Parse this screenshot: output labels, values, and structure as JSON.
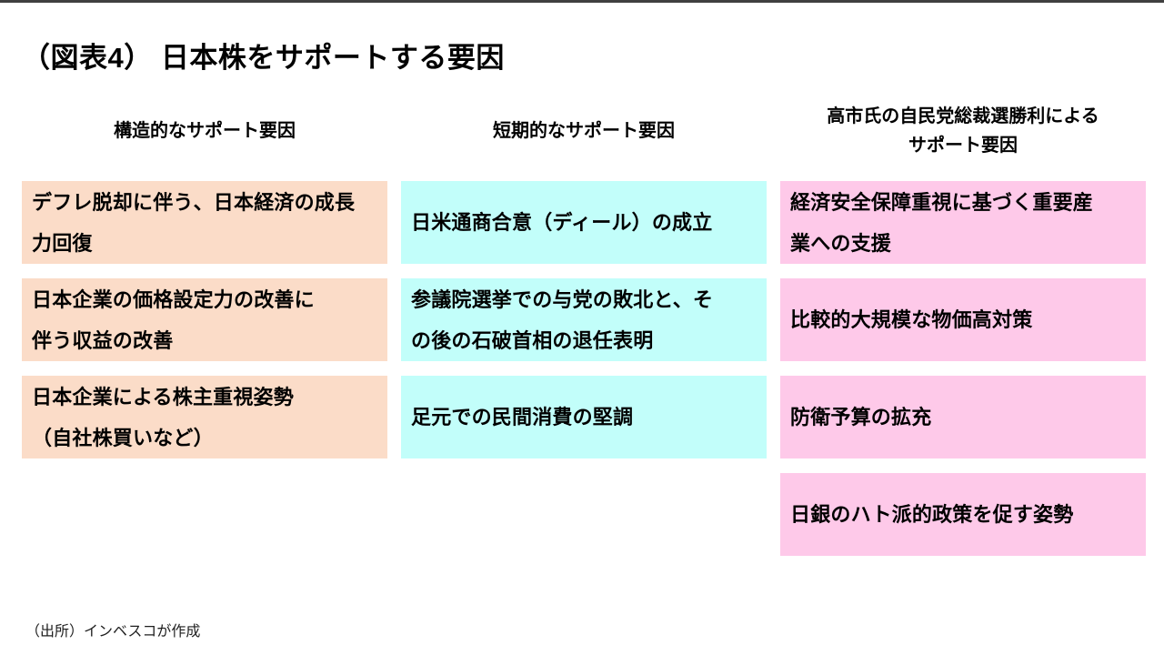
{
  "page": {
    "title": "（図表4） 日本株をサポートする要因",
    "source_note": "（出所）インベスコが作成"
  },
  "colors": {
    "top_bar": "#404040",
    "structural_box": "#fbdcc8",
    "short_term_box": "#c2fefa",
    "takaichi_box": "#fec9e9",
    "text": "#000000"
  },
  "columns": [
    {
      "header": "構造的なサポート要因",
      "color": "#fbdcc8",
      "items": [
        "デフレ脱却に伴う、日本経済の成長\n力回復",
        "日本企業の価格設定力の改善に\n伴う収益の改善",
        "日本企業による株主重視姿勢\n（自社株買いなど）"
      ]
    },
    {
      "header": "短期的なサポート要因",
      "color": "#c2fefa",
      "items": [
        "日米通商合意（ディール）の成立",
        "参議院選挙での与党の敗北と、そ\nの後の石破首相の退任表明",
        "足元での民間消費の堅調"
      ]
    },
    {
      "header": "高市氏の自民党総裁選勝利による\nサポート要因",
      "color": "#fec9e9",
      "items": [
        "経済安全保障重視に基づく重要産\n業への支援",
        "比較的大規模な物価高対策",
        "防衛予算の拡充",
        "日銀のハト派的政策を促す姿勢"
      ]
    }
  ]
}
